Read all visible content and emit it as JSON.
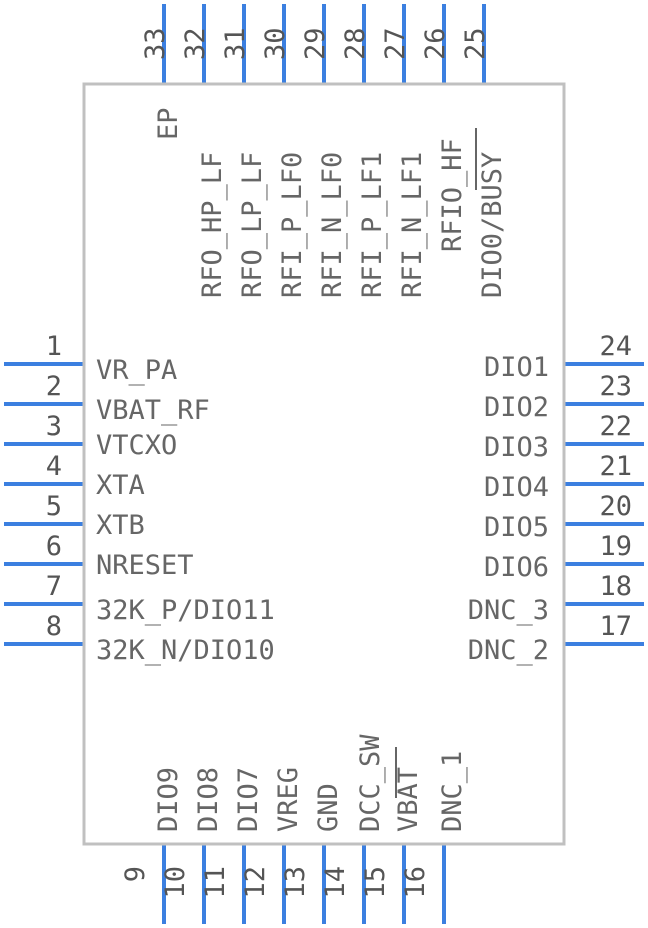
{
  "chip": {
    "left_pins": [
      {
        "num": "1",
        "label": "VR_PA"
      },
      {
        "num": "2",
        "label": "VBAT_RF"
      },
      {
        "num": "3",
        "label": "VTCXO"
      },
      {
        "num": "4",
        "label": "XTA"
      },
      {
        "num": "5",
        "label": "XTB"
      },
      {
        "num": "6",
        "label": "NRESET"
      },
      {
        "num": "7",
        "label": "32K_P/DIO11"
      },
      {
        "num": "8",
        "label": "32K_N/DIO10"
      }
    ],
    "right_pins": [
      {
        "num": "24",
        "label": "DIO1"
      },
      {
        "num": "23",
        "label": "DIO2"
      },
      {
        "num": "22",
        "label": "DIO3"
      },
      {
        "num": "21",
        "label": "DIO4"
      },
      {
        "num": "20",
        "label": "DIO5"
      },
      {
        "num": "19",
        "label": "DIO6"
      },
      {
        "num": "18",
        "label": "DNC_3"
      },
      {
        "num": "17",
        "label": "DNC_2"
      }
    ],
    "bottom_pins": [
      {
        "num": "9",
        "label": "DIO9"
      },
      {
        "num": "10",
        "label": "DIO8"
      },
      {
        "num": "11",
        "label": "DIO7"
      },
      {
        "num": "12",
        "label": "VREG"
      },
      {
        "num": "13",
        "label": "GND"
      },
      {
        "num": "14",
        "label": "DCC_SW"
      },
      {
        "num": "15",
        "label": "VBAT"
      },
      {
        "num": "16",
        "label": "DNC_1"
      }
    ],
    "top_pins": [
      {
        "num": "33",
        "label": "EP"
      },
      {
        "num": "32",
        "label": "RFO_HP_LF"
      },
      {
        "num": "31",
        "label": "RFO_LP_LF"
      },
      {
        "num": "30",
        "label": "RFI_P_LF0"
      },
      {
        "num": "29",
        "label": "RFI_N_LF0"
      },
      {
        "num": "28",
        "label": "RFI_P_LF1"
      },
      {
        "num": "27",
        "label": "RFI_N_LF1"
      },
      {
        "num": "26",
        "label": "RFIO_HF"
      },
      {
        "num": "25",
        "label": "DIO0/BUSY"
      }
    ],
    "colors": {
      "pin": "#3b7fe0",
      "outline": "#c0c0c0",
      "text": "#666666"
    }
  }
}
